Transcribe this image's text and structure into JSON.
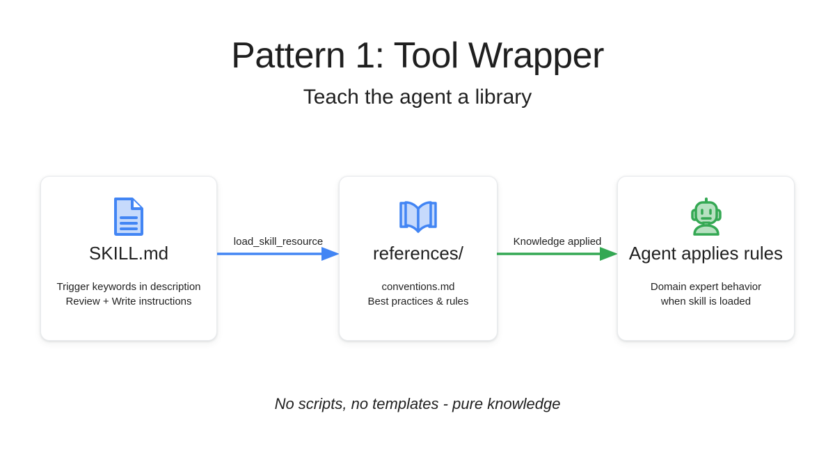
{
  "header": {
    "title": "Pattern 1: Tool Wrapper",
    "subtitle": "Teach the agent a library"
  },
  "flow": {
    "nodes": [
      {
        "id": "skill-md",
        "icon": "document-icon",
        "icon_color": "#4285f4",
        "icon_fill": "#c6dafc",
        "title": "SKILL.md",
        "desc_line_1": "Trigger keywords in description",
        "desc_line_2": "Review + Write instructions"
      },
      {
        "id": "references",
        "icon": "open-book-icon",
        "icon_color": "#4285f4",
        "icon_fill": "#c6dafc",
        "title": "references/",
        "desc_line_1": "conventions.md",
        "desc_line_2": "Best practices & rules"
      },
      {
        "id": "agent-applies-rules",
        "icon": "robot-icon",
        "icon_color": "#34a853",
        "icon_fill": "#b7e1c1",
        "title": "Agent applies rules",
        "desc_line_1": "Domain expert behavior",
        "desc_line_2": "when skill is loaded"
      }
    ],
    "arrows": [
      {
        "id": "arrow-load-skill-resource",
        "label": "load_skill_resource",
        "color": "#4285f4"
      },
      {
        "id": "arrow-knowledge-applied",
        "label": "Knowledge applied",
        "color": "#34a853"
      }
    ]
  },
  "footer": {
    "note": "No scripts, no templates - pure knowledge"
  },
  "colors": {
    "background": "#ffffff",
    "text": "#1f1f1f",
    "card_border": "#e8eaed",
    "blue": "#4285f4",
    "green": "#34a853"
  }
}
